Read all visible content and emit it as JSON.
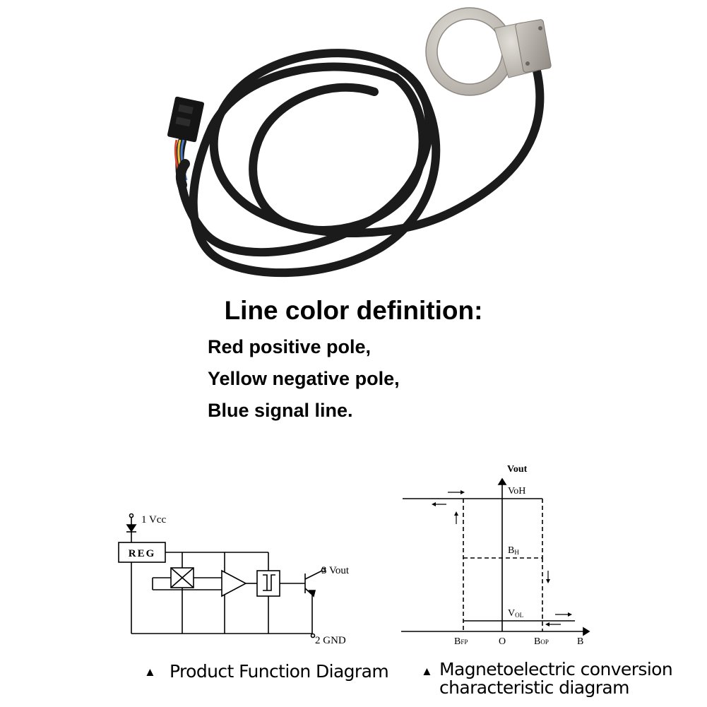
{
  "heading": "Line color definition:",
  "definitions": [
    "Red positive pole,",
    "Yellow negative pole,",
    "Blue signal line."
  ],
  "function_diagram": {
    "pin_vcc": "1  Vcc",
    "reg": "REG",
    "pin_vout": "3  Vout",
    "pin_gnd": "2  GND",
    "caption": "Product Function Diagram"
  },
  "conversion_diagram": {
    "y_axis": "Vout",
    "voh": "VoH",
    "bh": "B",
    "bh_sub": "H",
    "vol": "V",
    "vol_sub": "OL",
    "bfp": "B",
    "bfp_sub": "FP",
    "origin": "O",
    "bop": "B",
    "bop_sub": "OP",
    "x_axis": "B",
    "caption_line1": "Magnetoelectric conversion",
    "caption_line2": "characteristic diagram"
  },
  "caption_marker": "▲",
  "colors": {
    "wire_red": "#d8462f",
    "wire_yellow": "#e8c23a",
    "wire_blue": "#4a78c8",
    "cable": "#1b1b1b",
    "ring": "#c9c5be"
  }
}
